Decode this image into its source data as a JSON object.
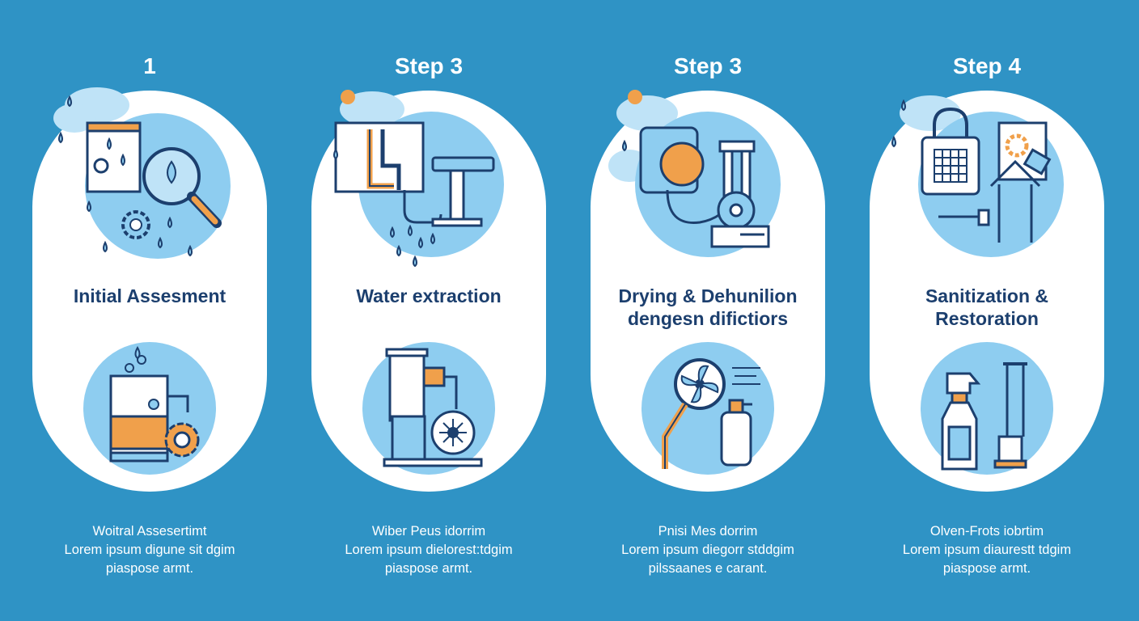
{
  "colors": {
    "background": "#2f93c5",
    "card": "#ffffff",
    "circle": "#8ecdf0",
    "outline": "#1c3f6e",
    "accent": "#f0a04b",
    "title": "#1c3f6e"
  },
  "steps": [
    {
      "label": "1",
      "title": "Initial Assesment",
      "top_icon": "assessment-inspection-icon",
      "bottom_icon": "water-tank-gear-icon",
      "description": [
        "Woitral Assesertimt",
        "Lorem ipsum digune sit dgim",
        "piaspose armt."
      ]
    },
    {
      "label": "Step 3",
      "title": "Water extraction",
      "top_icon": "pipes-faucet-icon",
      "bottom_icon": "extraction-pump-icon",
      "description": [
        "Wiber Peus idorrim",
        "Lorem ipsum dielorest:tdgim",
        "piaspose armt."
      ]
    },
    {
      "label": "Step 3",
      "title": "Drying & Dehunilion dengesn difictiors",
      "top_icon": "dehumidifier-machine-icon",
      "bottom_icon": "fan-sprayer-icon",
      "description": [
        "Pnisi Mes dorrim",
        "Lorem ipsum diegorr stddgim",
        "pilssaanes e carant."
      ]
    },
    {
      "label": "Step 4",
      "title": "Sanitization & Restoration",
      "top_icon": "lock-keypad-icon",
      "bottom_icon": "spray-bottle-icon",
      "description": [
        "Olven-Frots iobrtim",
        "Lorem ipsum diaurestt tdgim",
        "piaspose armt."
      ]
    }
  ]
}
